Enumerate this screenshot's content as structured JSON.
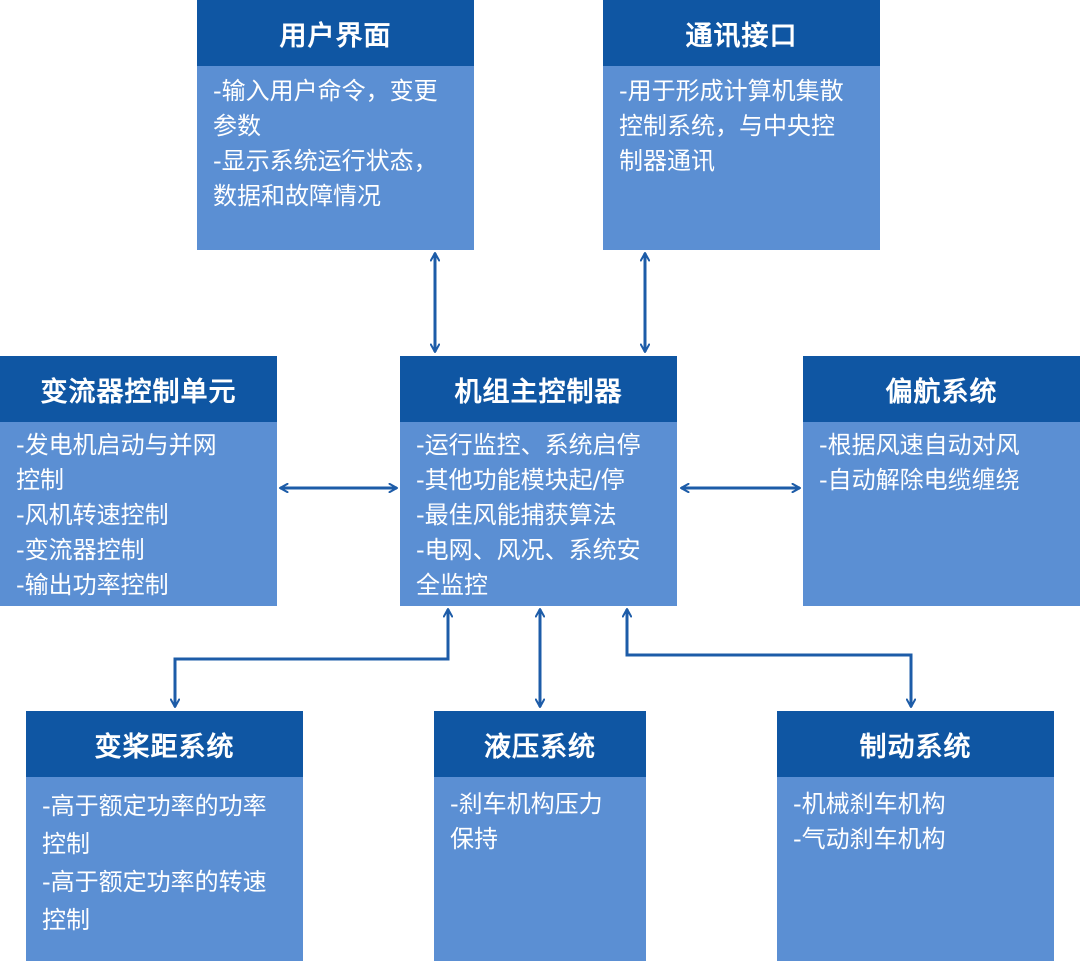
{
  "colors": {
    "header": "#0f56a3",
    "body": "#5b8fd3",
    "arrow": "#1d5ca8"
  },
  "user_interface": {
    "title": "用户界面",
    "lines": [
      "-输入用户命令，变更",
      "参数",
      "-显示系统运行状态，",
      "数据和故障情况"
    ]
  },
  "comm_interface": {
    "title": "通讯接口",
    "lines": [
      "-用于形成计算机集散",
      "控制系统，与中央控",
      "制器通讯"
    ]
  },
  "converter_control": {
    "title": "变流器控制单元",
    "lines": [
      "-发电机启动与并网",
      "控制",
      "-风机转速控制",
      "-变流器控制",
      "-输出功率控制"
    ]
  },
  "main_controller": {
    "title": "机组主控制器",
    "lines": [
      "-运行监控、系统启停",
      "-其他功能模块起/停",
      "-最佳风能捕获算法",
      "-电网、风况、系统安",
      "全监控"
    ]
  },
  "yaw_system": {
    "title": "偏航系统",
    "lines": [
      "-根据风速自动对风",
      "-自动解除电缆缠绕"
    ]
  },
  "pitch_system": {
    "title": "变桨距系统",
    "lines": [
      "-高于额定功率的功率",
      "控制",
      "-高于额定功率的转速",
      "控制"
    ]
  },
  "hydraulic_system": {
    "title": "液压系统",
    "lines": [
      "-刹车机构压力",
      "保持"
    ]
  },
  "brake_system": {
    "title": "制动系统",
    "lines": [
      "-机械刹车机构",
      "-气动刹车机构"
    ]
  }
}
